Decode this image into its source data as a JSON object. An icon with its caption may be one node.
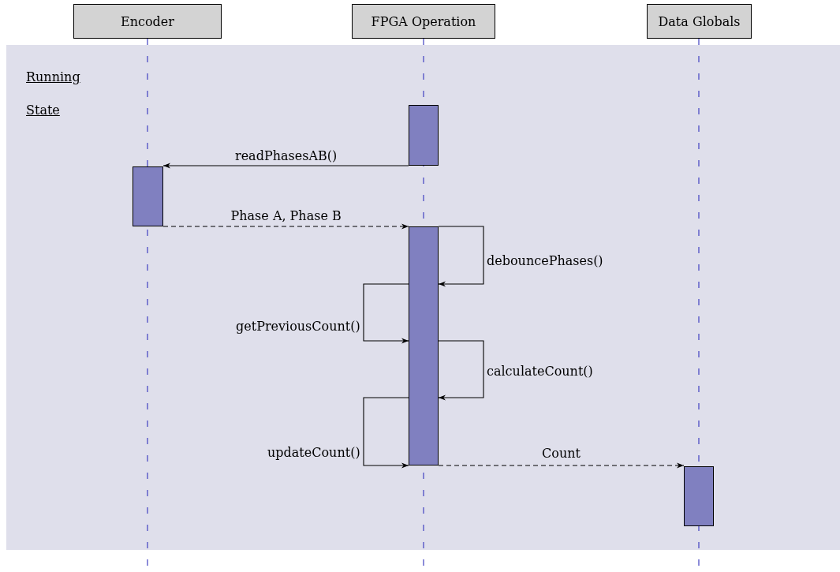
{
  "diagram": {
    "nodes": [
      {
        "text": [
          "Encoder"
        ]
      },
      {
        "text": [
          "FPGA Operation"
        ]
      },
      {
        "text": [
          "Data Globals"
        ]
      },
      {
        "text": [
          "Running State"
        ]
      },
      {
        "text": [],
        "shape": "bar",
        "in": 3
      },
      {
        "text": [],
        "shape": "bar",
        "in": 3
      },
      {
        "text": [],
        "shape": "bar",
        "in": 3
      },
      {
        "text": [],
        "shape": "bar",
        "in": 3
      }
    ],
    "edges": [
      {
        "from": 4,
        "to": 5,
        "arrow": "to",
        "label": "readPhasesAB()"
      },
      {
        "from": 5,
        "to": 6,
        "arrow": "to",
        "label": "Phase A, Phase B",
        "style": "dashed"
      },
      {
        "from": 6,
        "to": 6,
        "arrow": "to",
        "label": "debouncePhases()"
      },
      {
        "from": 6,
        "to": 6,
        "arrow": "to",
        "label": "getPreviousCount()"
      },
      {
        "from": 6,
        "to": 6,
        "arrow": "to",
        "label": "calculateCount()"
      },
      {
        "from": 6,
        "to": 6,
        "arrow": "to",
        "label": "updateCount()"
      },
      {
        "from": 6,
        "to": 7,
        "arrow": "to",
        "label": "Count",
        "style": "dashed"
      }
    ]
  }
}
